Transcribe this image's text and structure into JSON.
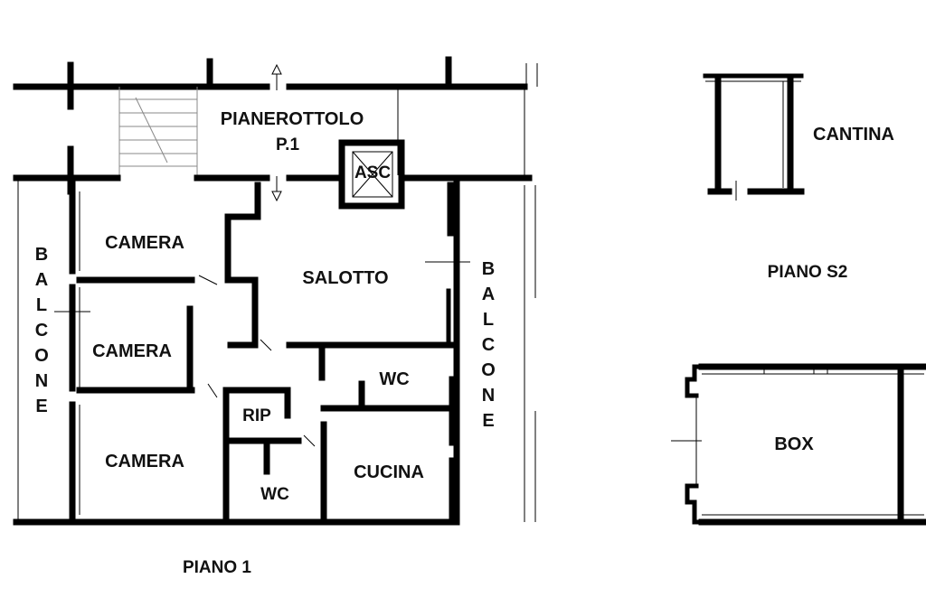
{
  "piano1": {
    "title": "PIANO 1",
    "pianerottolo": "PIANEROTTOLO",
    "pianerottolo_sub": "P.1",
    "asc": "ASC",
    "camera_top": "CAMERA",
    "camera_mid": "CAMERA",
    "camera_bottom": "CAMERA",
    "salotto": "SALOTTO",
    "wc_upper": "WC",
    "wc_lower": "WC",
    "rip": "RIP",
    "cucina": "CUCINA",
    "balcone_left": [
      "B",
      "A",
      "L",
      "C",
      "O",
      "N",
      "E"
    ],
    "balcone_right": [
      "B",
      "A",
      "L",
      "C",
      "O",
      "N",
      "E"
    ]
  },
  "piano_s2": {
    "title": "PIANO S2",
    "cantina": "CANTINA",
    "box": "BOX"
  }
}
